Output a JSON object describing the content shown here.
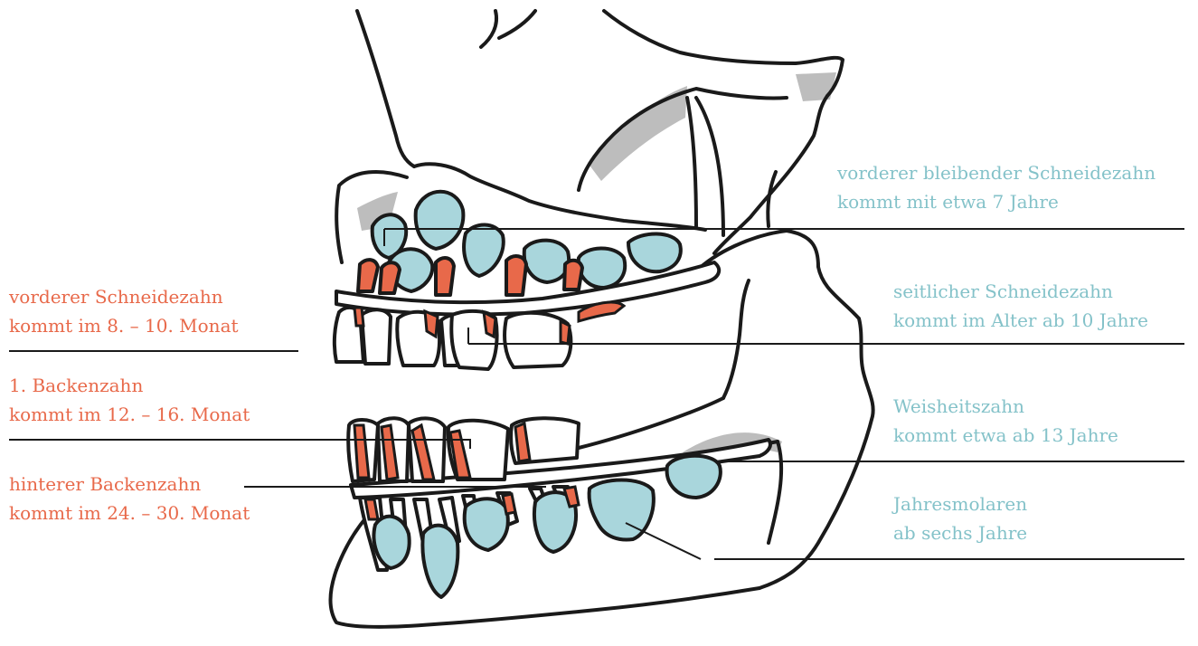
{
  "colors": {
    "primary_teeth": "#e8694a",
    "permanent_teeth": "#a9d6dc",
    "right_text": "#84c2c9",
    "left_text": "#e8694a",
    "outline": "#1a1a1a",
    "shadow": "#b9b9b9"
  },
  "labels": {
    "left": [
      {
        "line1": "vorderer Schneidezahn",
        "line2": "kommt im 8. – 10. Monat"
      },
      {
        "line1": "1. Backenzahn",
        "line2": "kommt im 12. – 16. Monat"
      },
      {
        "line1": "hinterer Backenzahn",
        "line2": "kommt im 24. – 30. Monat"
      }
    ],
    "right": [
      {
        "line1": "vorderer bleibender Schneidezahn",
        "line2": "kommt mit etwa 7 Jahre"
      },
      {
        "line1": "seitlicher Schneidezahn",
        "line2": "kommt im Alter ab 10 Jahre"
      },
      {
        "line1": "Weisheitszahn",
        "line2": "kommt etwa ab 13 Jahre"
      },
      {
        "line1": "Jahresmolaren",
        "line2": "ab sechs Jahre"
      }
    ]
  }
}
